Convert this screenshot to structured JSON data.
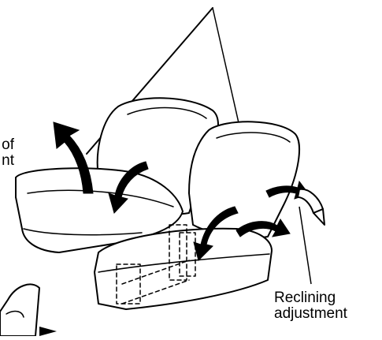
{
  "labels": {
    "partial_left_line1": "of",
    "partial_left_line2": "nt",
    "reclining_line1": "Reclining",
    "reclining_line2": "adjustment"
  },
  "colors": {
    "line": "#000000",
    "fill": "#ffffff"
  },
  "icons": [
    "curved-arrow-icon"
  ]
}
